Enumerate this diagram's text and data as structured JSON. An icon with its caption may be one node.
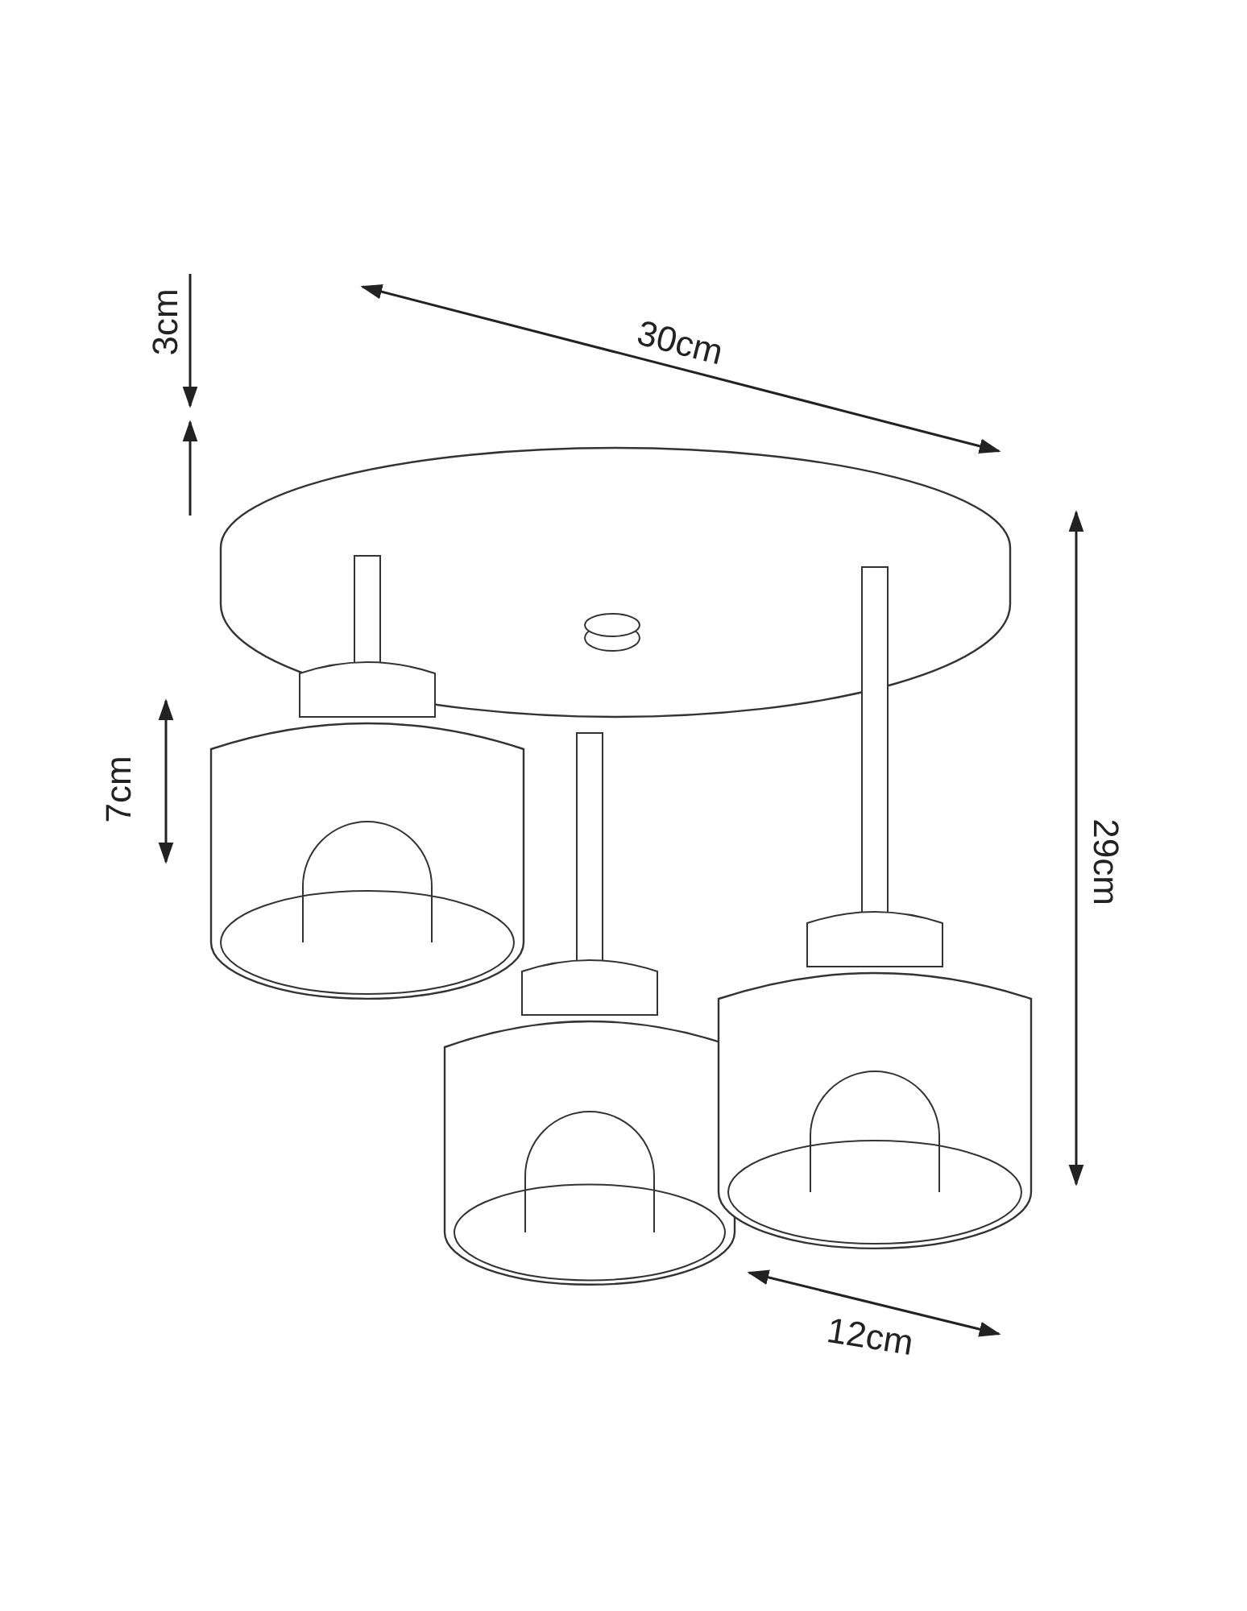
{
  "diagram": {
    "labels": [
      "3cm",
      "30cm",
      "7cm",
      "29cm",
      "12cm"
    ]
  }
}
